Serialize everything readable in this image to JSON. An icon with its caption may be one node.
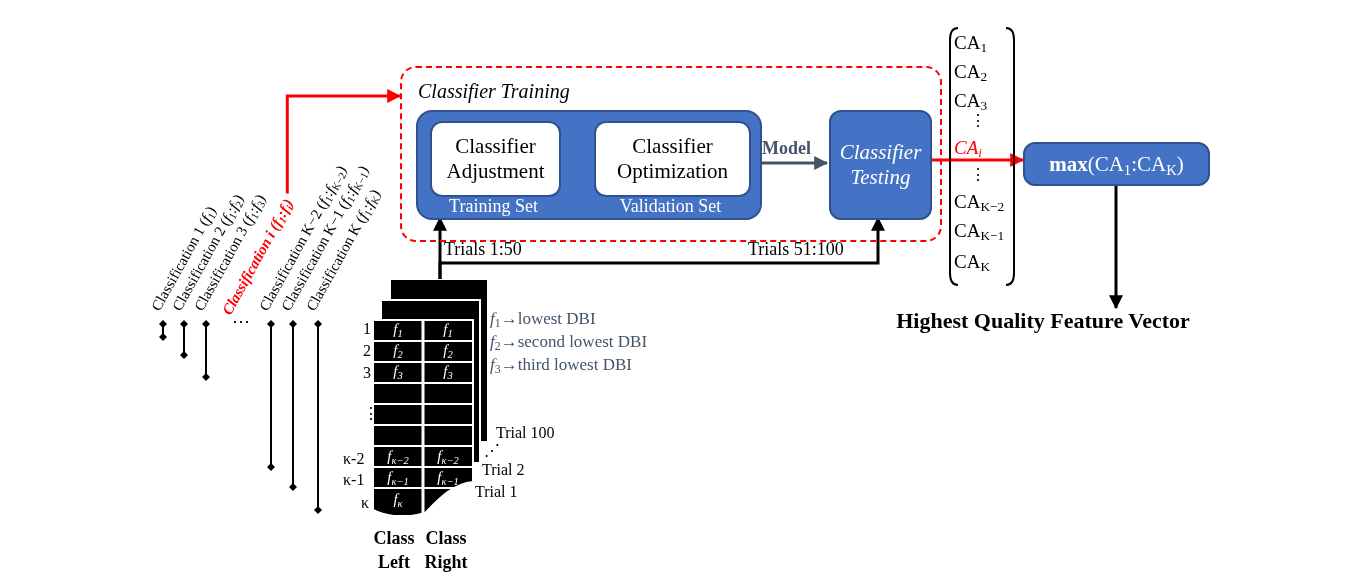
{
  "diagram": {
    "nodes": [
      {
        "text": [
          "Classification 1 (*f*$_{1}$)"
        ]
      },
      {
        "text": [
          "Classification 2 (*f*$_{1}$:*f*$_{2}$)"
        ]
      },
      {
        "text": [
          "Classification 3 (*f*$_{1}$:*f*$_{3}$)"
        ]
      },
      {
        "text": [
          "Classification i (*f*$_{1}$:*f*$_{i}$)"
        ]
      },
      {
        "text": [
          "Classification K−2 (*f*$_{1}$:*f*$_{K−2}$)"
        ]
      },
      {
        "text": [
          "Classification K−1 (*f*$_{1}$:*f*$_{K−1}$)"
        ]
      },
      {
        "text": [
          "Classification K (*f*$_{1}$:*f*$_{K}$)"
        ]
      },
      {
        "text": [
          "Classifier Training"
        ]
      },
      {
        "text": [
          "Training Set",
          "Validation Set"
        ],
        "in": 7
      },
      {
        "text": [
          "Classifier Adjustment"
        ],
        "in": 8
      },
      {
        "text": [
          "Classifier Optimization"
        ],
        "in": 8
      },
      {
        "text": [
          "Classifier Testing"
        ],
        "in": 7
      },
      {
        "text": [
          "**max**(CA$_{1}$:CA$_{K}$)"
        ]
      },
      {
        "text": [
          "Highest Quality Feature Vector"
        ]
      },
      {
        "text": [],
        "shape": "picture"
      }
    ],
    "edges": [
      {
        "from": 3,
        "to": 7,
        "arrow": "to",
        "color": "#ff0000"
      },
      {
        "from": 14,
        "to": 8,
        "arrow": "to",
        "label": "Trials 1:50"
      },
      {
        "from": 14,
        "to": 11,
        "arrow": "to",
        "label": "Trials 51:100"
      },
      {
        "from": 10,
        "to": 11,
        "arrow": "to",
        "label": "Model",
        "color": "#44546a"
      },
      {
        "from": 11,
        "to": 12,
        "arrow": "to",
        "color": "#ff0000"
      },
      {
        "from": 12,
        "to": 13,
        "arrow": "to"
      }
    ],
    "labels": [
      "⋯",
      "1",
      "2",
      "3",
      "⋮",
      "κ-2",
      "κ-1",
      "κ",
      "f$_{1}$",
      "f$_{1}$",
      "f$_{2}$",
      "f$_{2}$",
      "f$_{3}$",
      "f$_{3}$",
      "f$_{κ−2}$",
      "f$_{κ−2}$",
      "f$_{κ−1}$",
      "f$_{κ−1}$",
      "f$_{κ}$",
      "*f*$_{1}$→lowest DBI",
      "*f*$_{2}$→second lowest DBI",
      "*f*$_{3}$→third lowest DBI",
      "Trial 100",
      "⋰",
      "Trial 2",
      "Trial 1",
      "Class Left",
      "Class Right",
      "CA$_{1}$",
      "CA$_{2}$",
      "CA$_{3}$",
      "⋮",
      "CA$_{i}$",
      "⋮",
      "CA$_{K−2}$",
      "CA$_{K−1}$",
      "CA$_{K}$"
    ]
  }
}
